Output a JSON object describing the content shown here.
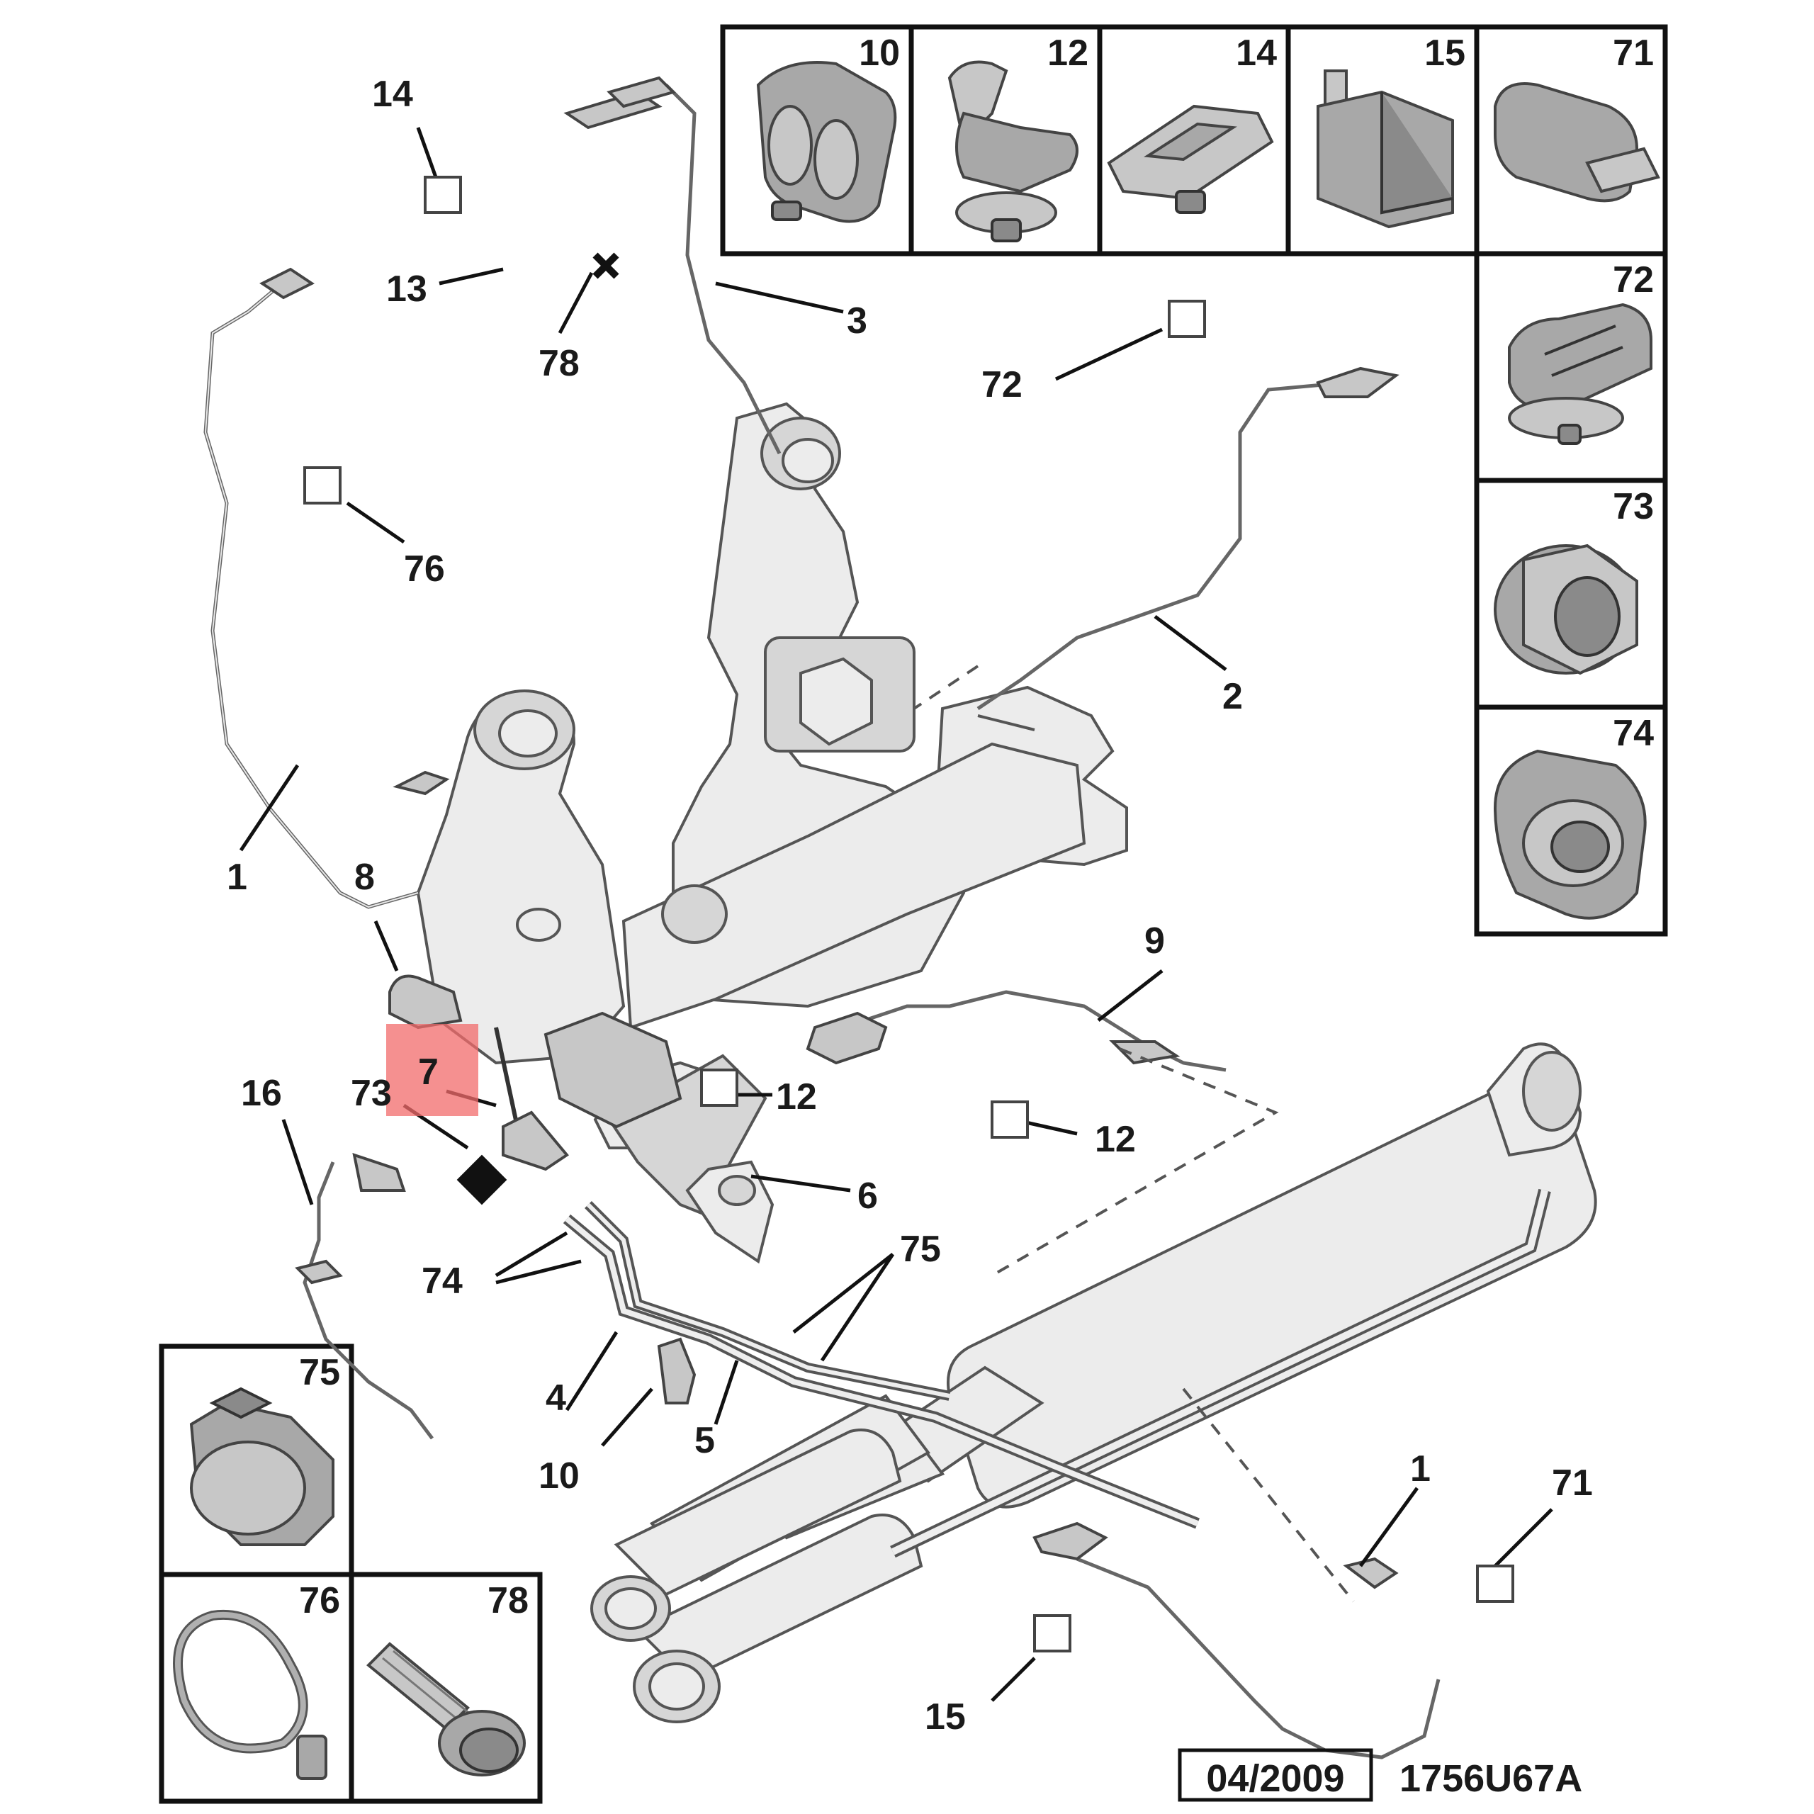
{
  "callouts": [
    {
      "id": "c1",
      "label": "1"
    },
    {
      "id": "c1b",
      "label": "1"
    },
    {
      "id": "c2",
      "label": "2"
    },
    {
      "id": "c3",
      "label": "3"
    },
    {
      "id": "c4",
      "label": "4"
    },
    {
      "id": "c5",
      "label": "5"
    },
    {
      "id": "c6",
      "label": "6"
    },
    {
      "id": "c7",
      "label": "7"
    },
    {
      "id": "c8",
      "label": "8"
    },
    {
      "id": "c9",
      "label": "9"
    },
    {
      "id": "c10",
      "label": "10"
    },
    {
      "id": "c12a",
      "label": "12"
    },
    {
      "id": "c12b",
      "label": "12"
    },
    {
      "id": "c13",
      "label": "13"
    },
    {
      "id": "c14",
      "label": "14"
    },
    {
      "id": "c15",
      "label": "15"
    },
    {
      "id": "c16",
      "label": "16"
    },
    {
      "id": "c71",
      "label": "71"
    },
    {
      "id": "c72",
      "label": "72"
    },
    {
      "id": "c73",
      "label": "73"
    },
    {
      "id": "c74",
      "label": "74"
    },
    {
      "id": "c75",
      "label": "75"
    },
    {
      "id": "c76",
      "label": "76"
    },
    {
      "id": "c78",
      "label": "78"
    }
  ],
  "detail_boxes": [
    {
      "id": "b10",
      "label": "10",
      "name": "clip"
    },
    {
      "id": "b12",
      "label": "12",
      "name": "clip"
    },
    {
      "id": "b14",
      "label": "14",
      "name": "clip"
    },
    {
      "id": "b15",
      "label": "15",
      "name": "clip"
    },
    {
      "id": "b71",
      "label": "71",
      "name": "clip"
    },
    {
      "id": "b72",
      "label": "72",
      "name": "clip"
    },
    {
      "id": "b73",
      "label": "73",
      "name": "nut"
    },
    {
      "id": "b74",
      "label": "74",
      "name": "clamp"
    },
    {
      "id": "b75",
      "label": "75",
      "name": "clamp-ring"
    },
    {
      "id": "b76",
      "label": "76",
      "name": "cable-tie"
    },
    {
      "id": "b78",
      "label": "78",
      "name": "bolt"
    }
  ],
  "footer": {
    "date": "04/2009",
    "code": "1756U67A"
  },
  "highlight_color": "#f26b6b"
}
